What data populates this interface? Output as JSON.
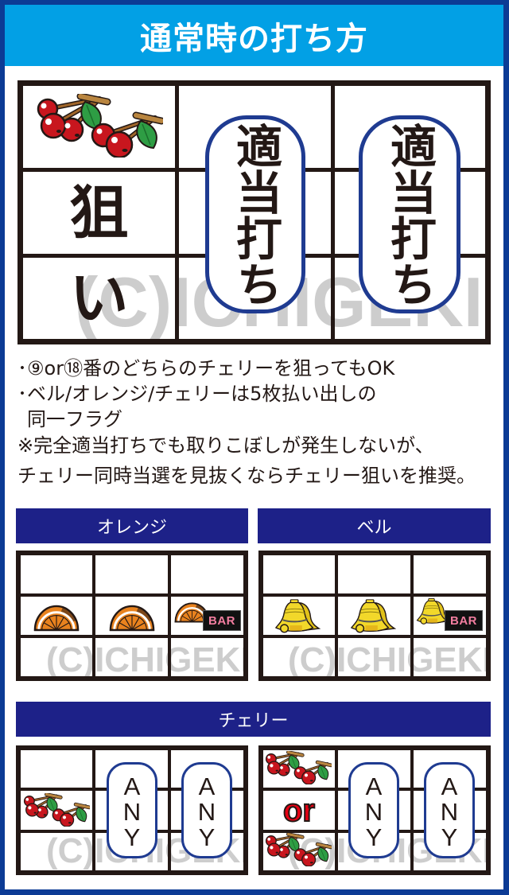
{
  "title": "通常時の打ち方",
  "colors": {
    "outer_border": "#0c3b95",
    "title_bar": "#02a0e5",
    "section_header": "#1d2188",
    "pill_border": "#1f3b91",
    "grid_line": "#231815",
    "watermark": "#cdcdcd",
    "or_text": "#e60012"
  },
  "watermark": "(C)ICHIGEKI",
  "main_reel": {
    "left_column": {
      "top_symbol": "cherry-icon",
      "aim_chars": [
        "狙",
        "い"
      ]
    },
    "center_column": {
      "pill_label": "適当打ち"
    },
    "right_column": {
      "pill_label": "適当打ち"
    }
  },
  "notes": [
    "･⑨or⑱番のどちらのチェリーを狙ってもOK",
    "･ベル/オレンジ/チェリーは5枚払い出しの",
    "同一フラグ",
    "※完全適当打ちでも取りこぼしが発生しないが、",
    "チェリー同時当選を見抜くならチェリー狙いを推奨。"
  ],
  "sections": {
    "orange": {
      "title": "オレンジ",
      "middle_row": [
        "orange-icon",
        "orange-icon",
        "orange-icon+bar-icon"
      ],
      "bar_label": "BAR"
    },
    "bell": {
      "title": "ベル",
      "middle_row": [
        "bell-icon",
        "bell-icon",
        "bell-icon+bar-icon"
      ],
      "bar_label": "BAR"
    },
    "cherry": {
      "title": "チェリー",
      "left_pattern": {
        "left_column": [
          "",
          "cherry-icon",
          ""
        ],
        "pills": [
          "ANY",
          "ANY"
        ]
      },
      "right_pattern": {
        "left_column": [
          "cherry-icon",
          "or",
          "cherry-icon"
        ],
        "or_label": "or",
        "pills": [
          "ANY",
          "ANY"
        ]
      }
    }
  }
}
